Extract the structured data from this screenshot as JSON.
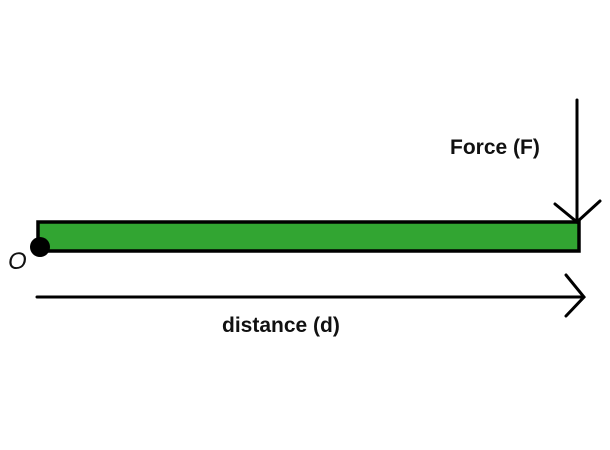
{
  "labels": {
    "force": "Force (F)",
    "distance": "distance (d)",
    "origin": "O"
  },
  "colors": {
    "lever": "#32a532",
    "stroke": "#000000"
  }
}
